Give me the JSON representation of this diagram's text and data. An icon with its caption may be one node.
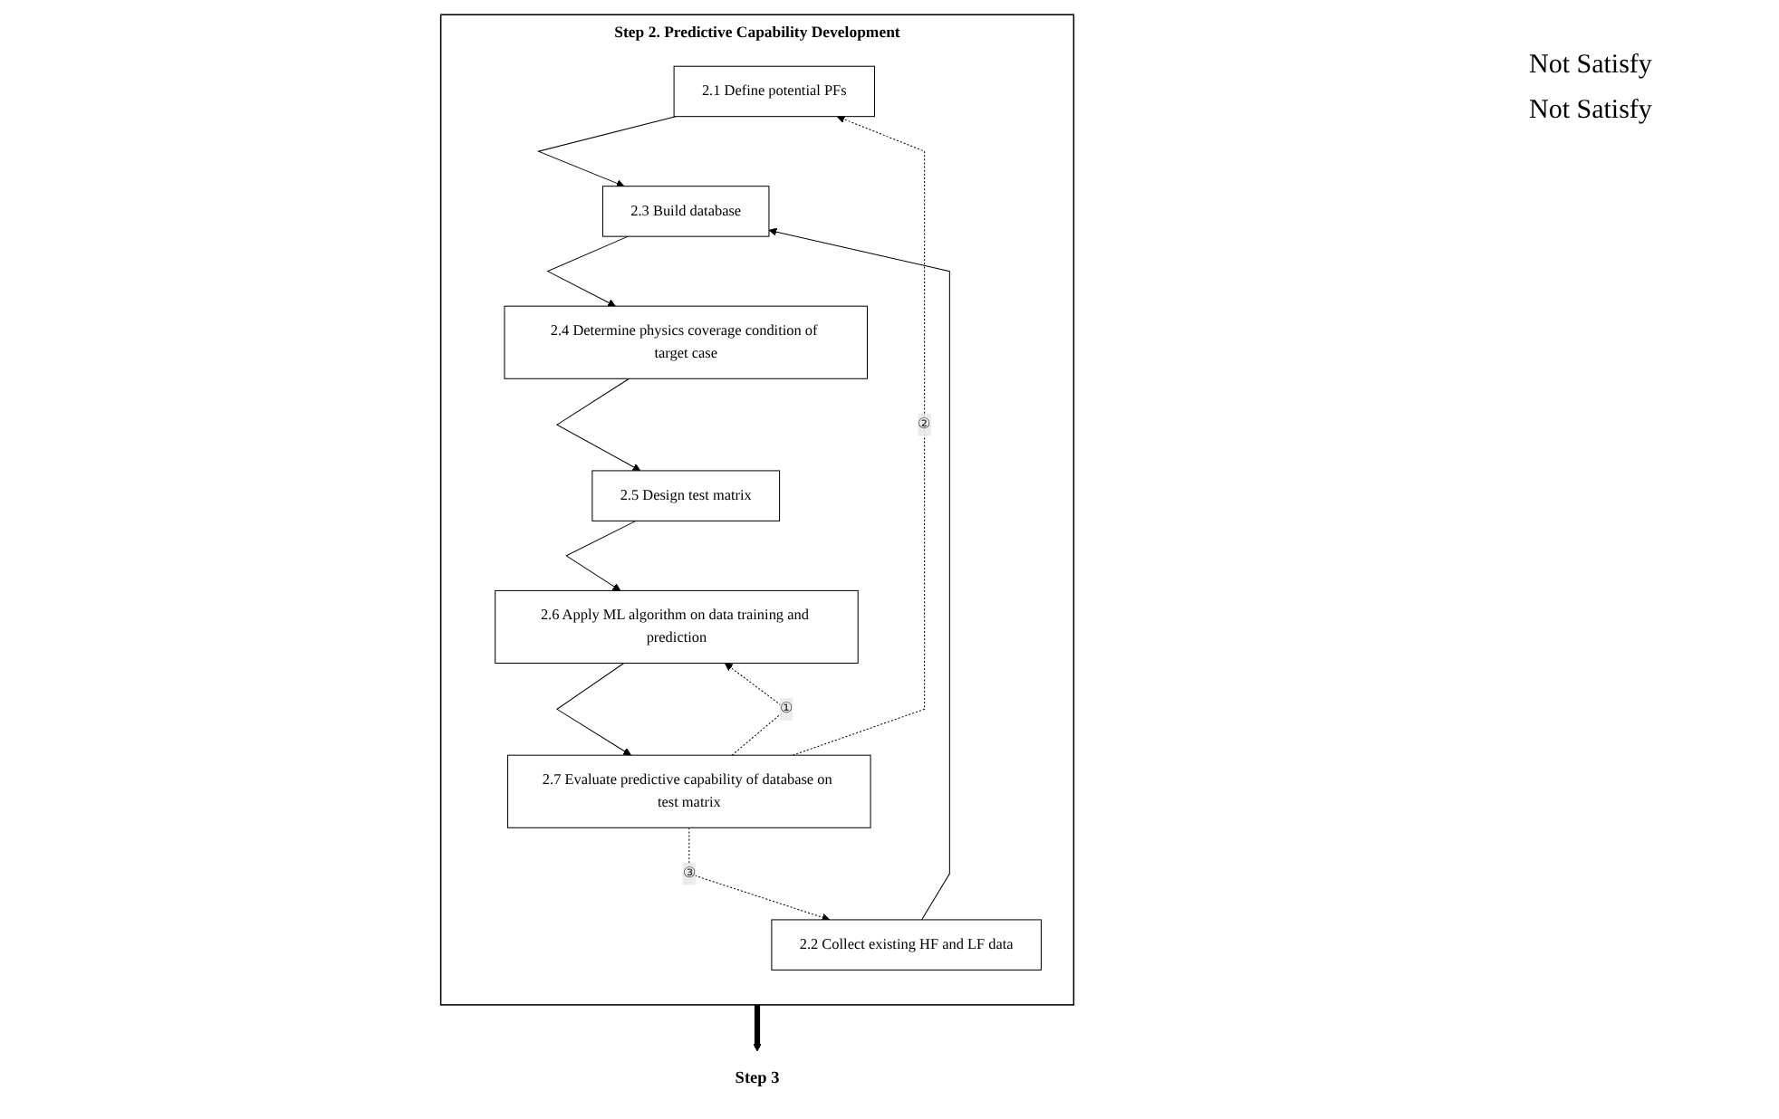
{
  "diagram": {
    "nodes": [
      {
        "text": [
          "Step 2. Predictive Capability Development"
        ]
      },
      {
        "text": [
          "2.1 Define potential PFs"
        ],
        "in": 0
      },
      {
        "text": [
          "2.2 Collect existing HF and LF data"
        ],
        "in": 0
      },
      {
        "text": [
          "2.3 Build database"
        ],
        "in": 0
      },
      {
        "text": [
          "2.4 Determine physics coverage condition of target case"
        ],
        "in": 0
      },
      {
        "text": [
          "2.5 Design test matrix"
        ],
        "in": 0
      },
      {
        "text": [
          "2.6 Apply ML algorithm on data training and prediction"
        ],
        "in": 0
      },
      {
        "text": [
          "2.7 Evaluate predictive capability of database on test matrix"
        ],
        "in": 0
      },
      {
        "text": [
          "Step 3"
        ]
      }
    ],
    "edges": [
      {
        "from": 1,
        "to": 3,
        "arrow": "to"
      },
      {
        "from": 2,
        "to": 3,
        "arrow": "to"
      },
      {
        "from": 3,
        "to": 4,
        "arrow": "to"
      },
      {
        "from": 4,
        "to": 5,
        "arrow": "to"
      },
      {
        "from": 5,
        "to": 6,
        "arrow": "to"
      },
      {
        "from": 6,
        "to": 7,
        "arrow": "to"
      },
      {
        "from": 7,
        "to": 6,
        "arrow": "to",
        "style": "dashed",
        "label": "①"
      },
      {
        "from": 7,
        "to": 1,
        "arrow": "to",
        "style": "dashed",
        "label": "②"
      },
      {
        "from": 7,
        "to": 2,
        "arrow": "to",
        "style": "dashed",
        "label": "③"
      },
      {
        "from": 0,
        "to": 8,
        "arrow": "to",
        "style": "thick"
      }
    ],
    "labels": [
      "Not Satisfy",
      "Not Satisfy"
    ]
  }
}
